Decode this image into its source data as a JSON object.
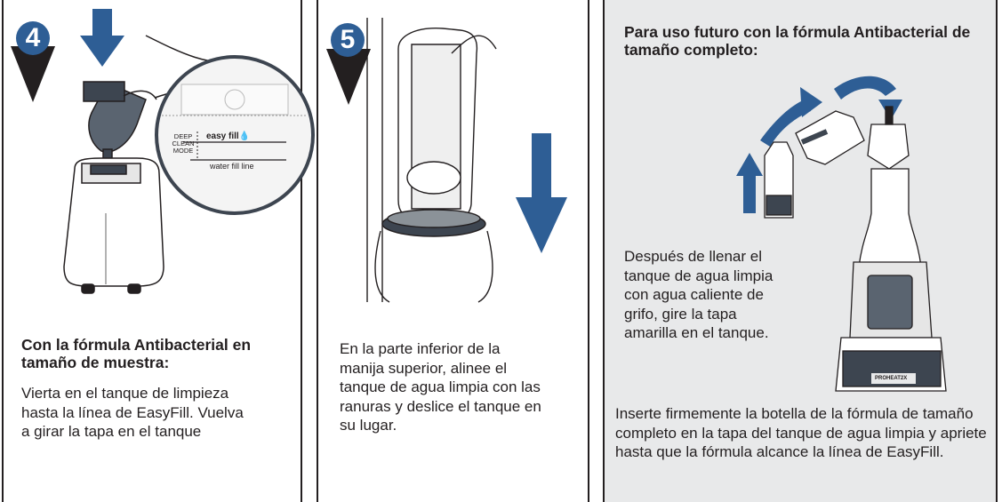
{
  "step4": {
    "number": "4",
    "zoom_labels": {
      "deep_clean": "DEEP\nCLEAN\nMODE",
      "easy_fill": "easy fill",
      "water_fill": "water fill line"
    },
    "heading": "Con la fórmula Antibacterial en tamaño de muestra:",
    "body": "Vierta en el tanque de limpieza hasta la línea de EasyFill. Vuelva a girar la tapa en el tanque"
  },
  "step5": {
    "number": "5",
    "body": "En la parte inferior de la manija superior, alinee el tanque de agua limpia con las ranuras y deslice el tanque en su lugar."
  },
  "future": {
    "heading": "Para uso futuro con la fórmula Antibacterial de tamaño completo:",
    "body_left": "Después de llenar el tanque de agua limpia con agua caliente de grifo, gire la tapa amarilla en el tanque.",
    "body_bottom": "Inserte firmemente la botella de la fórmula de tamaño completo en la tapa del tanque de agua limpia y apriete hasta que la fórmula alcance la línea de EasyFill.",
    "device_label": "PROHEAT2X"
  },
  "colors": {
    "accent_blue": "#2e5e95",
    "panel_gray": "#e8e9ea",
    "ink": "#231f20"
  }
}
